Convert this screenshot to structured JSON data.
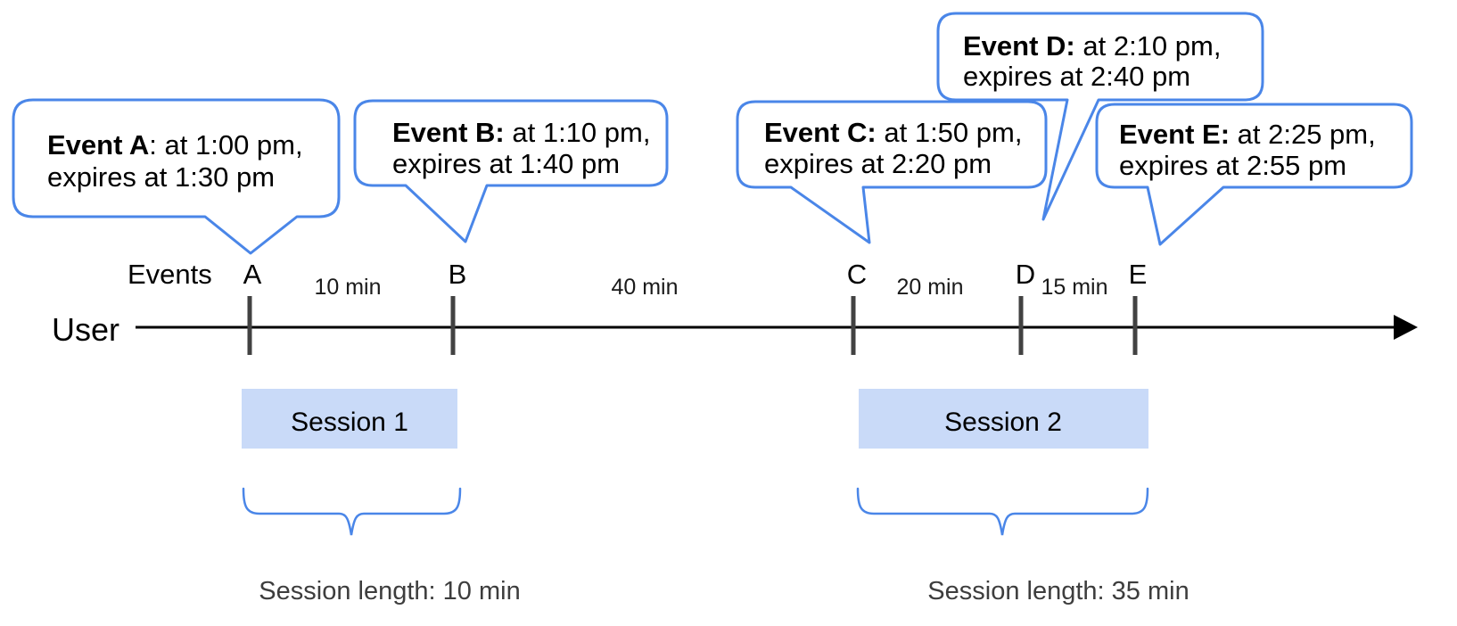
{
  "diagram": {
    "axis": {
      "events_label": "Events",
      "user_label": "User"
    },
    "bubbles": [
      {
        "id": "A",
        "bold": "Event A",
        "rest": ": at 1:00 pm,",
        "line2": "expires at 1:30 pm"
      },
      {
        "id": "B",
        "bold": "Event B:",
        "rest": " at 1:10 pm,",
        "line2": "expires at 1:40 pm"
      },
      {
        "id": "C",
        "bold": "Event C:",
        "rest": " at 1:50 pm,",
        "line2": "expires at 2:20 pm"
      },
      {
        "id": "D",
        "bold": "Event D:",
        "rest": " at 2:10 pm,",
        "line2": "expires at 2:40 pm"
      },
      {
        "id": "E",
        "bold": "Event E:",
        "rest": " at 2:25 pm,",
        "line2": "expires at 2:55 pm"
      }
    ],
    "tick_labels": [
      "A",
      "B",
      "C",
      "D",
      "E"
    ],
    "interval_labels": [
      "10 min",
      "40 min",
      "20 min",
      "15 min"
    ],
    "sessions": [
      {
        "label": "Session 1",
        "length_label": "Session length: 10 min"
      },
      {
        "label": "Session 2",
        "length_label": "Session length: 35 min"
      }
    ],
    "colors": {
      "bubble_border": "#4a86e8",
      "brace": "#4a86e8",
      "session_fill": "#c9daf8",
      "tick": "#424242",
      "arrow": "#000000"
    }
  }
}
